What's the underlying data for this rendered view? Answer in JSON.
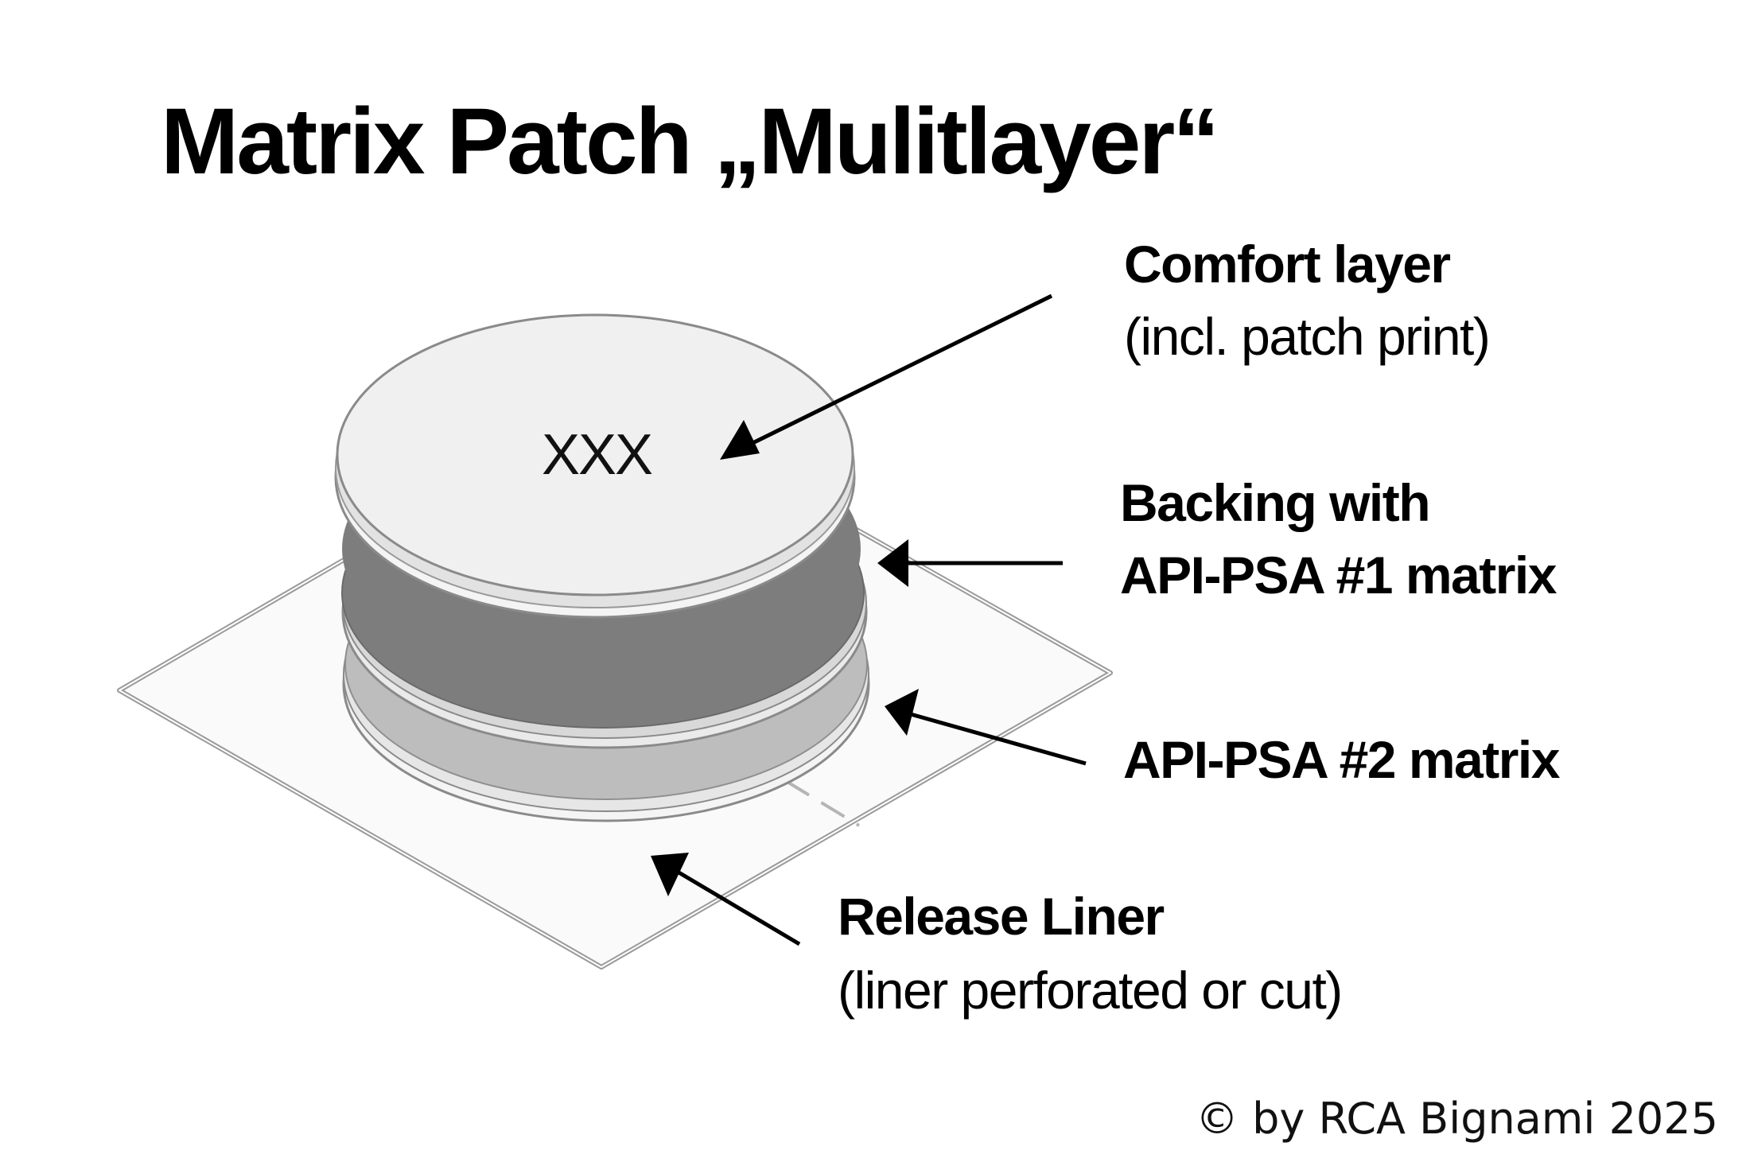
{
  "title": "Matrix Patch „Mulitlayer“",
  "patch_print": "XXX",
  "labels": {
    "comfort_layer": {
      "title": "Comfort layer",
      "subtitle": "(incl. patch print)"
    },
    "backing": {
      "line1": "Backing with",
      "line2": "API-PSA #1 matrix"
    },
    "psa2": {
      "title": "API-PSA #2 matrix"
    },
    "release_liner": {
      "title": "Release Liner",
      "subtitle": "(liner perforated or cut)"
    }
  },
  "copyright": "© by RCA Bignami 2025",
  "colors": {
    "comfort_layer": "#f0f0f0",
    "backing_layer": "#7d7d7d",
    "psa2_layer": "#bdbdbd",
    "liner": "#fafafa",
    "outline": "#9a9a9a"
  }
}
